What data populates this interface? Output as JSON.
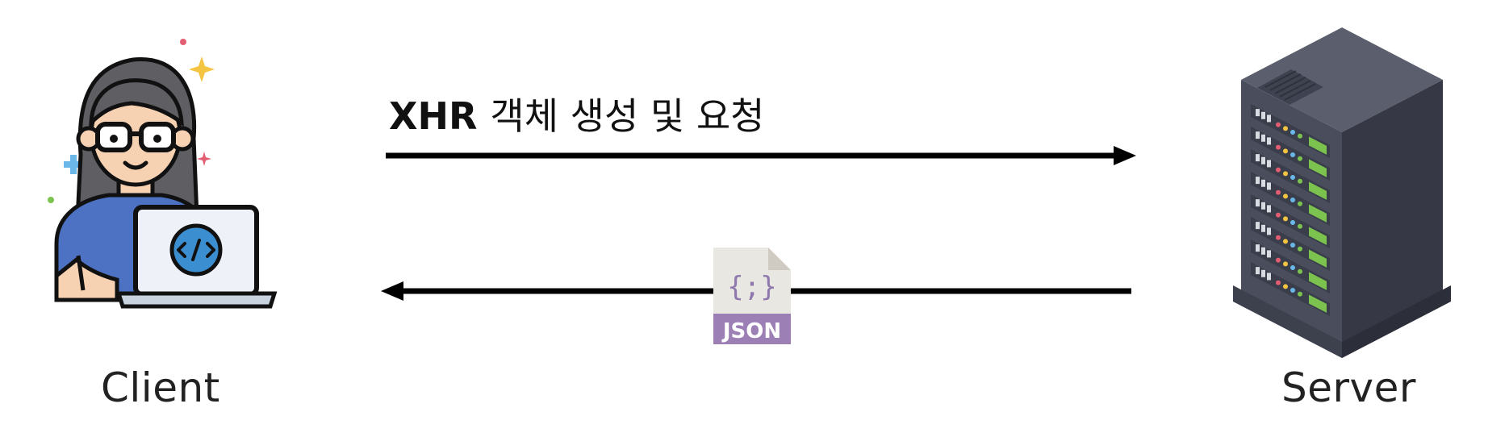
{
  "nodes": {
    "client": {
      "label": "Client"
    },
    "server": {
      "label": "Server"
    }
  },
  "edges": {
    "request": {
      "prefix": "XHR",
      "text": "객체 생성 및 요청",
      "direction": "client-to-server"
    },
    "response": {
      "direction": "server-to-client",
      "payload_icon": "json-file-icon"
    }
  },
  "json_icon": {
    "symbol": "{;}",
    "label": "JSON"
  },
  "colors": {
    "arrow": "#000000",
    "json_band": "#9b7fb5",
    "server_body": "#4a4d5c",
    "client_shirt": "#4d72c4"
  }
}
